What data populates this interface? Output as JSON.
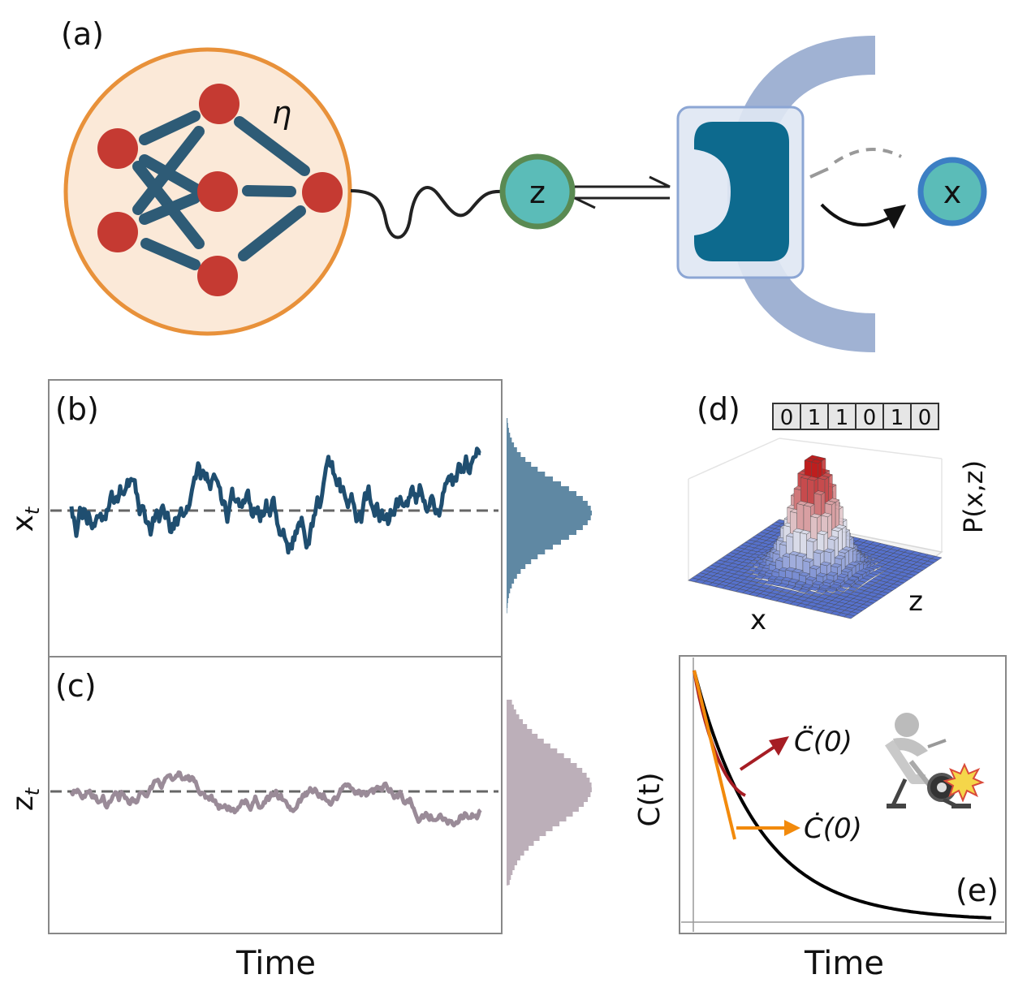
{
  "panels": {
    "a": {
      "label": "(a)",
      "network_symbol": "η",
      "signal_node": "z",
      "output_node": "x"
    },
    "b": {
      "label": "(b)",
      "ylabel_main": "x",
      "ylabel_sub": "t"
    },
    "c": {
      "label": "(c)",
      "ylabel_main": "z",
      "ylabel_sub": "t",
      "xlabel": "Time"
    },
    "d": {
      "label": "(d)",
      "bits": [
        "0",
        "1",
        "1",
        "0",
        "1",
        "0"
      ],
      "zlabel": "P(x,z)",
      "xlabel": "x",
      "ylabel": "z"
    },
    "e": {
      "label": "(e)",
      "ylabel": "C(t)",
      "xlabel": "Time",
      "annot_second": "C̈(0)",
      "annot_first": "Ċ(0)"
    }
  },
  "colors": {
    "network_fill": "#fbe9d8",
    "network_border": "#e8913a",
    "node_red": "#c53a32",
    "edge_blue": "#2e5b76",
    "z_node": "#5bbcb8",
    "z_border": "#5a8a52",
    "x_border": "#3c7fc4",
    "receptor": "#0d6a8e",
    "membrane": "#a7b8d8",
    "x_trace": "#1f4e70",
    "z_trace": "#9a8b98",
    "decay": "#000000",
    "second_deriv": "#a61d24",
    "first_deriv": "#f28a0c"
  }
}
